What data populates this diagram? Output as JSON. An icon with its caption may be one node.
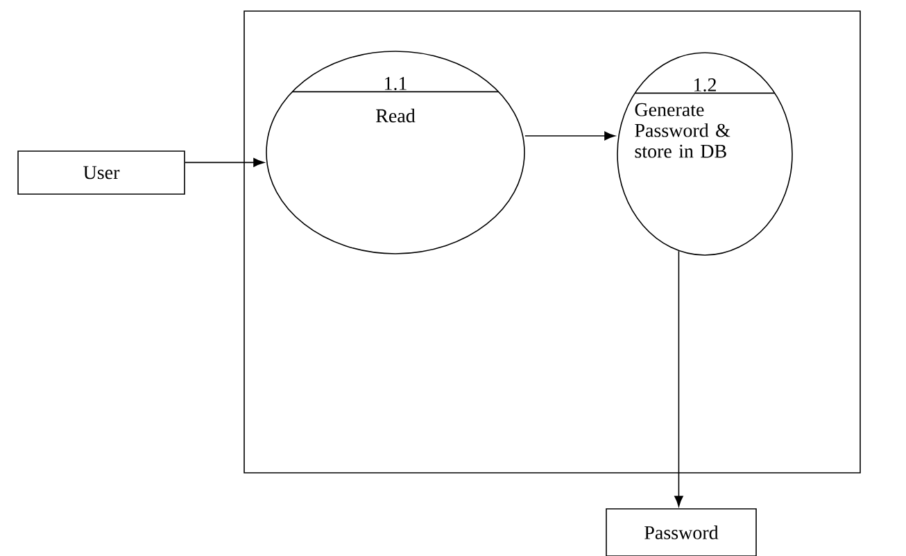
{
  "diagram": {
    "nodes": [
      {
        "text": [],
        "shape": "box"
      },
      {
        "text": [
          "1.1",
          "Read"
        ],
        "in": 0
      },
      {
        "text": [
          "1.2",
          "Generate Password & store in DB"
        ],
        "in": 0
      },
      {
        "text": [
          "User"
        ]
      },
      {
        "text": [
          "Password"
        ]
      }
    ],
    "edges": [
      {
        "from": 3,
        "to": 1,
        "arrow": "to"
      },
      {
        "from": 1,
        "to": 2,
        "arrow": "to"
      },
      {
        "from": 2,
        "to": 4,
        "arrow": "to"
      }
    ]
  }
}
